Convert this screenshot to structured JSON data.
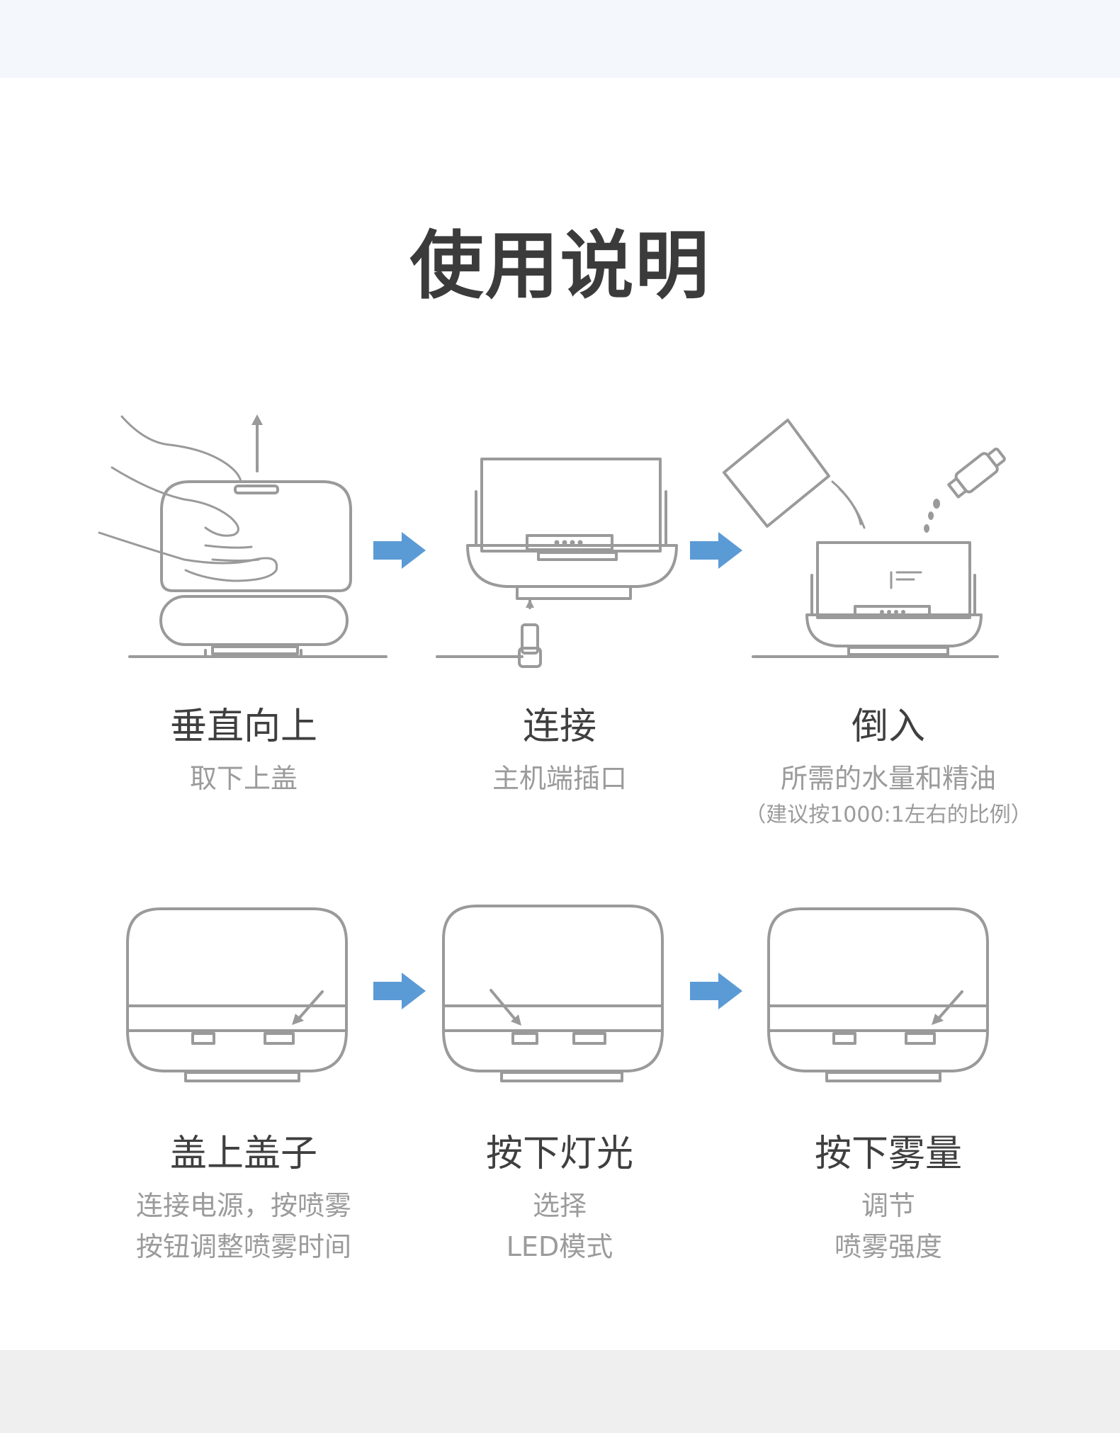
{
  "title": "使用说明",
  "steps": [
    {
      "title": "垂直向上",
      "desc_lines": [
        "取下上盖"
      ]
    },
    {
      "title": "连接",
      "desc_lines": [
        "主机端插口"
      ]
    },
    {
      "title": "倒入",
      "desc_lines": [
        "所需的水量和精油"
      ],
      "note": "（建议按1000:1左右的比例）"
    },
    {
      "title": "盖上盖子",
      "desc_lines": [
        "连接电源，按喷雾",
        "按钮调整喷雾时间"
      ]
    },
    {
      "title": "按下灯光",
      "desc_lines": [
        "选择",
        "LED模式"
      ]
    },
    {
      "title": "按下雾量",
      "desc_lines": [
        "调节",
        "喷雾强度"
      ]
    }
  ],
  "colors": {
    "arrow": "#5b9bd5",
    "line_art": "#9a9a9a",
    "title_text": "#3b3b3b",
    "desc_text": "#9b9b9b"
  }
}
